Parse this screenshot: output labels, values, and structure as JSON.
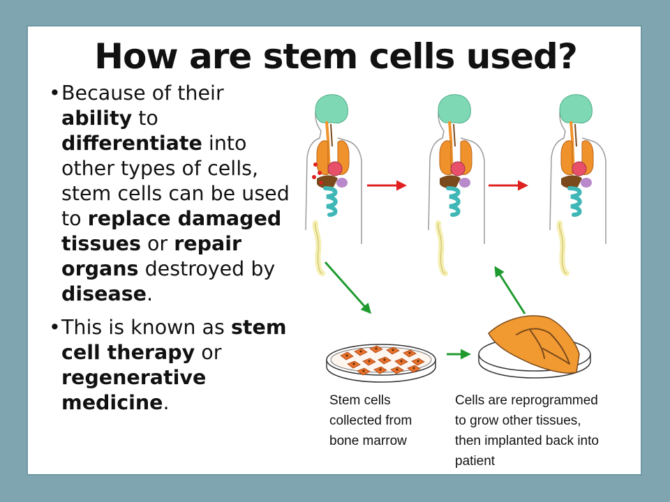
{
  "title": "How are stem cells used?",
  "bullets": [
    {
      "t1": "Because of their ",
      "b1": "ability",
      "t2": " to ",
      "b2": "differentiate",
      "t3": " into other types of cells, stem cells can be used to ",
      "b3": "replace damaged tissues",
      "t4": " or ",
      "b4": "repair organs",
      "t5": " destroyed by ",
      "b5": "disease",
      "t6": "."
    },
    {
      "t1": "This is known as ",
      "b1": "stem cell therapy",
      "t2": " or ",
      "b2": "regenerative medicine",
      "t3": "."
    }
  ],
  "bullet_marker": "•",
  "captions": {
    "collected": [
      "Stem cells",
      "collected from",
      "bone marrow"
    ],
    "reprogrammed": [
      "Cells are reprogrammed",
      "to grow other tissues,",
      "then implanted back into",
      "patient"
    ]
  },
  "colors": {
    "red_arrow": "#e02020",
    "green_arrow": "#1f9a2f",
    "lungs": "#f0922b",
    "brain": "#7fd8b4",
    "heart": "#e8506a",
    "liver": "#7a4a1c",
    "intestine": "#3fb7b7",
    "tissue": "#f29a32",
    "cells": "#e8702a"
  }
}
